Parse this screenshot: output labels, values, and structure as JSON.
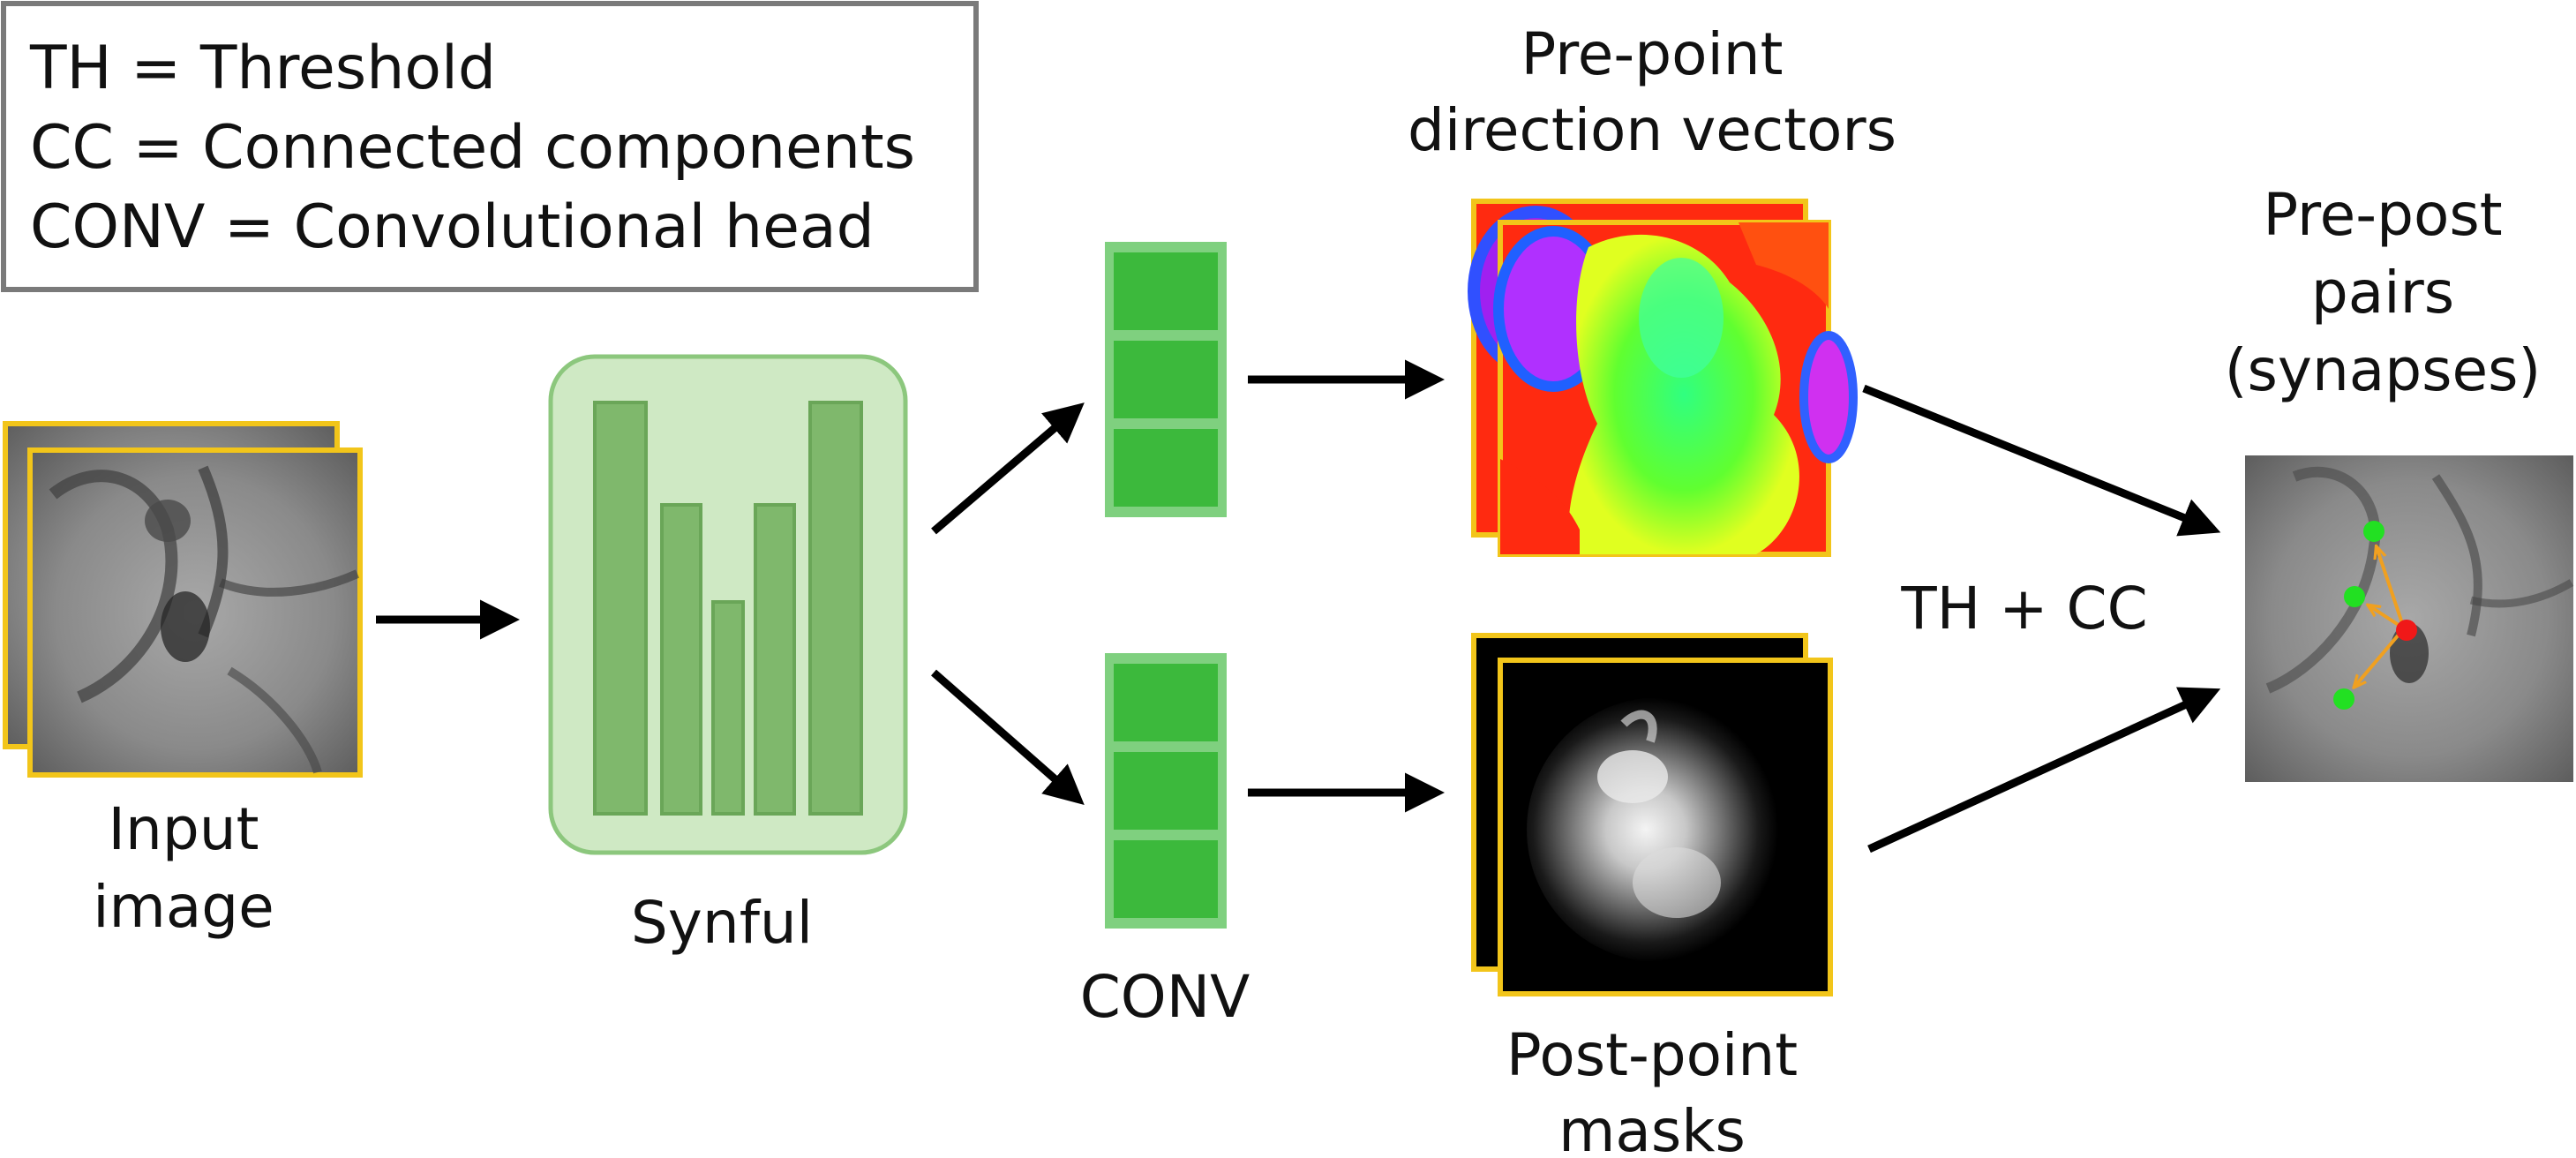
{
  "legend": {
    "lines": [
      "TH = Threshold",
      "CC = Connected components",
      "CONV = Convolutional head"
    ]
  },
  "labels": {
    "input": [
      "Input",
      "image"
    ],
    "synful": "Synful",
    "conv": "CONV",
    "pre_vectors": [
      "Pre-point",
      "direction vectors"
    ],
    "post_masks": [
      "Post-point",
      "masks"
    ],
    "th_cc": "TH + CC",
    "pairs": [
      "Pre-post",
      "pairs",
      "(synapses)"
    ]
  },
  "colors": {
    "frame": "#f2c51a",
    "green_box": "#3cb93c",
    "green_box_border": "#7fd07f",
    "synful_bg": "#cfe9c4",
    "synful_border": "#8cc77d",
    "synful_bar": "#7fb86c",
    "pre_point": "#f01818",
    "post_point": "#22e022",
    "pair_arrow": "#f0a020"
  }
}
